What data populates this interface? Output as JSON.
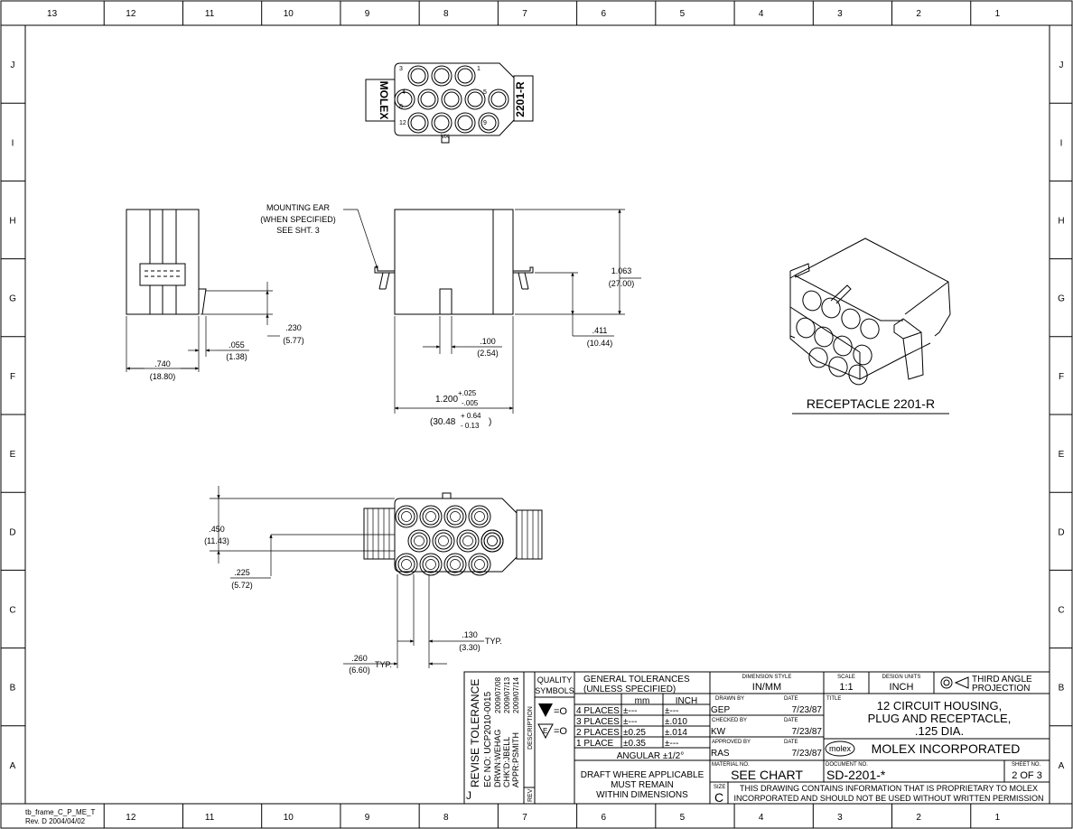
{
  "frame": {
    "top_columns": [
      "13",
      "12",
      "11",
      "10",
      "9",
      "8",
      "7",
      "6",
      "5",
      "4",
      "3",
      "2",
      "1"
    ],
    "bottom_columns": [
      "12",
      "11",
      "10",
      "9",
      "8",
      "7",
      "6",
      "5",
      "4",
      "3",
      "2",
      "1"
    ],
    "rows": [
      "J",
      "I",
      "H",
      "G",
      "F",
      "E",
      "D",
      "C",
      "B",
      "A"
    ],
    "frame_id": "tb_frame_C_P_ME_T",
    "frame_rev": "Rev. D 2004/04/02"
  },
  "top_view": {
    "left_text": "MOLEX",
    "right_text": "2201-R",
    "pin_labels": [
      "3",
      "1",
      "4",
      "5",
      "8",
      "12",
      "9"
    ],
    "bottom_text": "MX"
  },
  "notes": {
    "mounting_ear": [
      "MOUNTING EAR",
      "(WHEN SPECIFIED)",
      "SEE SHT. 3"
    ],
    "receptacle_label": "RECEPTACLE 2201-R"
  },
  "dimensions": {
    "d740": {
      "inch": ".740",
      "mm": "(18.80)"
    },
    "d055": {
      "inch": ".055",
      "mm": "(1.38)"
    },
    "d230": {
      "inch": ".230",
      "mm": "(5.77)"
    },
    "d100": {
      "inch": ".100",
      "mm": "(2.54)"
    },
    "d1063": {
      "inch": "1.063",
      "mm": "(27.00)"
    },
    "d411": {
      "inch": ".411",
      "mm": "(10.44)"
    },
    "d1200": {
      "inch": "1.200",
      "tol_plus": "+.025",
      "tol_minus": "-.005",
      "mm": "(30.48",
      "mm_plus": "+ 0.64",
      "mm_minus": "- 0.13",
      "mm_close": ")"
    },
    "d450": {
      "inch": ".450",
      "mm": "(11.43)"
    },
    "d225": {
      "inch": ".225",
      "mm": "(5.72)"
    },
    "d130": {
      "inch": ".130",
      "mm": "(3.30)",
      "typ": "TYP."
    },
    "d260": {
      "inch": ".260",
      "mm": "(6.60)",
      "typ": "TYP."
    }
  },
  "title_block": {
    "revise_tolerance": "REVISE TOLERANCE",
    "ec_no": "EC NO: UCP2010-0015",
    "drwn": "DRWN:WEHAG",
    "chkd": "CHK'D:JBELL",
    "appr": "APPR:PSMITH",
    "date1": "2009/07/08",
    "date2": "2009/07/13",
    "date3": "2009/07/14",
    "description": "DESCRIPTION",
    "rev_label": "REV",
    "rev_value": "J",
    "quality_symbols": [
      "QUALITY",
      "SYMBOLS"
    ],
    "qs_values": [
      "=O",
      "=O"
    ],
    "general_tolerances": [
      "GENERAL TOLERANCES",
      "(UNLESS SPECIFIED)"
    ],
    "tol_headers": [
      "mm",
      "INCH"
    ],
    "tol_rows": [
      {
        "label": "4 PLACES",
        "mm": "±---",
        "inch": "±---"
      },
      {
        "label": "3 PLACES",
        "mm": "±---",
        "inch": "±.010"
      },
      {
        "label": "2 PLACES",
        "mm": "±0.25",
        "inch": "±.014"
      },
      {
        "label": "1 PLACE",
        "mm": "±0.35",
        "inch": "±---"
      }
    ],
    "angular": "ANGULAR ±1/2°",
    "draft_note": [
      "DRAFT WHERE APPLICABLE",
      "MUST REMAIN",
      "WITHIN DIMENSIONS"
    ],
    "dimension_style_label": "DIMENSION STYLE",
    "dimension_style": "IN/MM",
    "scale_label": "SCALE",
    "scale": "1:1",
    "design_units_label": "DESIGN UNITS",
    "design_units": "INCH",
    "projection": [
      "THIRD ANGLE",
      "PROJECTION"
    ],
    "drawn_by_label": "DRAWN BY",
    "drawn_by": "GEP",
    "checked_by_label": "CHECKED BY",
    "checked_by": "KW",
    "approved_by_label": "APPROVED BY",
    "approved_by": "RAS",
    "date_label": "DATE",
    "date_value": "7/23/87",
    "title_label": "TITLE",
    "title_lines": [
      "12 CIRCUIT HOUSING,",
      "PLUG AND RECEPTACLE,",
      ".125 DIA."
    ],
    "material_label": "MATERIAL NO.",
    "material": "SEE CHART",
    "company_logo": "molex",
    "company": "MOLEX INCORPORATED",
    "document_label": "DOCUMENT NO.",
    "document_no": "SD-2201-*",
    "sheet_label": "SHEET NO.",
    "sheet": "2 OF 3",
    "size_label": "SIZE",
    "size": "C",
    "proprietary": [
      "THIS DRAWING CONTAINS INFORMATION THAT IS PROPRIETARY TO MOLEX",
      "INCORPORATED AND SHOULD NOT BE USED WITHOUT WRITTEN PERMISSION"
    ]
  }
}
